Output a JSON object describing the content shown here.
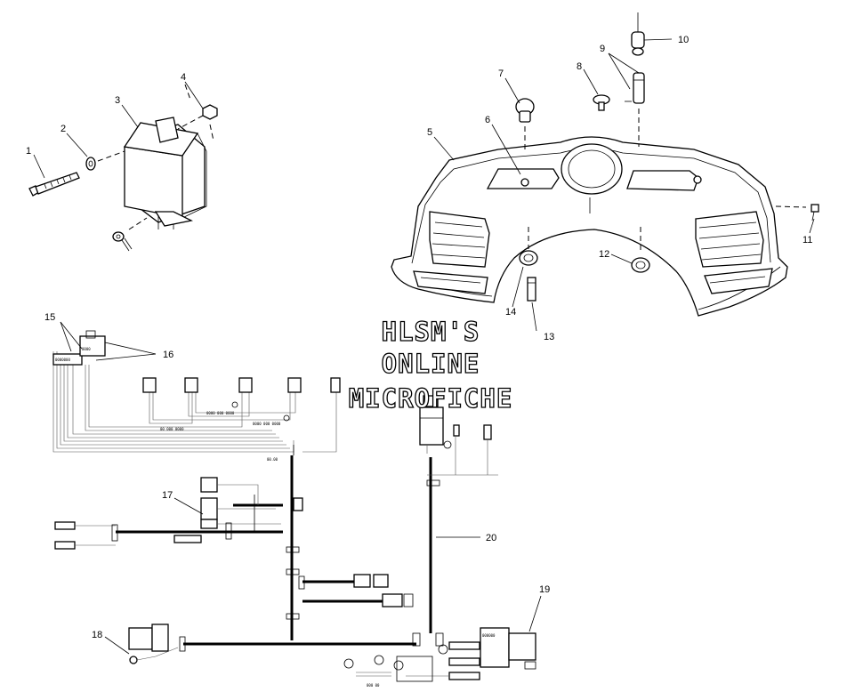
{
  "callouts": {
    "c1": "1",
    "c2": "2",
    "c3": "3",
    "c4": "4",
    "c5": "5",
    "c6": "6",
    "c7": "7",
    "c8": "8",
    "c9": "9",
    "c10": "10",
    "c11": "11",
    "c12": "12",
    "c13": "13",
    "c14": "14",
    "c15": "15",
    "c16": "16",
    "c17": "17",
    "c18": "18",
    "c19": "19",
    "c20": "20"
  },
  "watermark": {
    "line1": "HLSM'S",
    "line2": "ONLINE",
    "line3": "MICROFICHE"
  }
}
